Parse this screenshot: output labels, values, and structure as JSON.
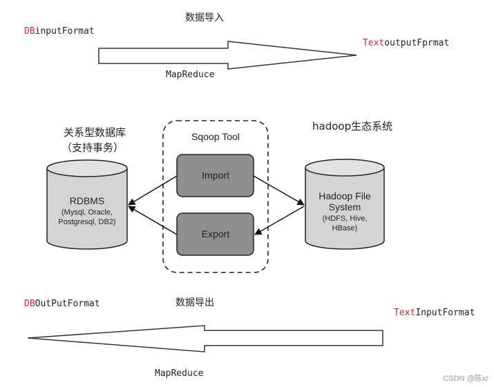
{
  "import_section": {
    "title": "数据导入",
    "source_format_prefix": "DB",
    "source_format_suffix": "inputFormat",
    "target_format_prefix": "Text",
    "target_format_suffix": "outputFprmat",
    "engine": "MapReduce"
  },
  "export_section": {
    "title": "数据导出",
    "source_format_prefix": "DB",
    "source_format_suffix": "OutPutFormat",
    "target_format_prefix": "Text",
    "target_format_suffix": "InputFormat",
    "engine": "MapReduce"
  },
  "rdbms": {
    "caption_line1": "关系型数据库",
    "caption_line2": "（支持事务）",
    "title": "RDBMS",
    "detail_line1": "(Mysql, Oracle,",
    "detail_line2": "Postgresql, DB2)"
  },
  "sqoop": {
    "title": "Sqoop Tool",
    "import_label": "Import",
    "export_label": "Export"
  },
  "hadoop": {
    "caption": "hadoop生态系统",
    "title_line1": "Hadoop File",
    "title_line2": "System",
    "detail_line1": "(HDFS, Hive,",
    "detail_line2": "HBase)"
  },
  "watermark": "CSDN @陈xr",
  "colors": {
    "highlight": "#d42a2a",
    "box_fill": "#8f8f8f",
    "cylinder_fill": "#d4d4d4"
  }
}
